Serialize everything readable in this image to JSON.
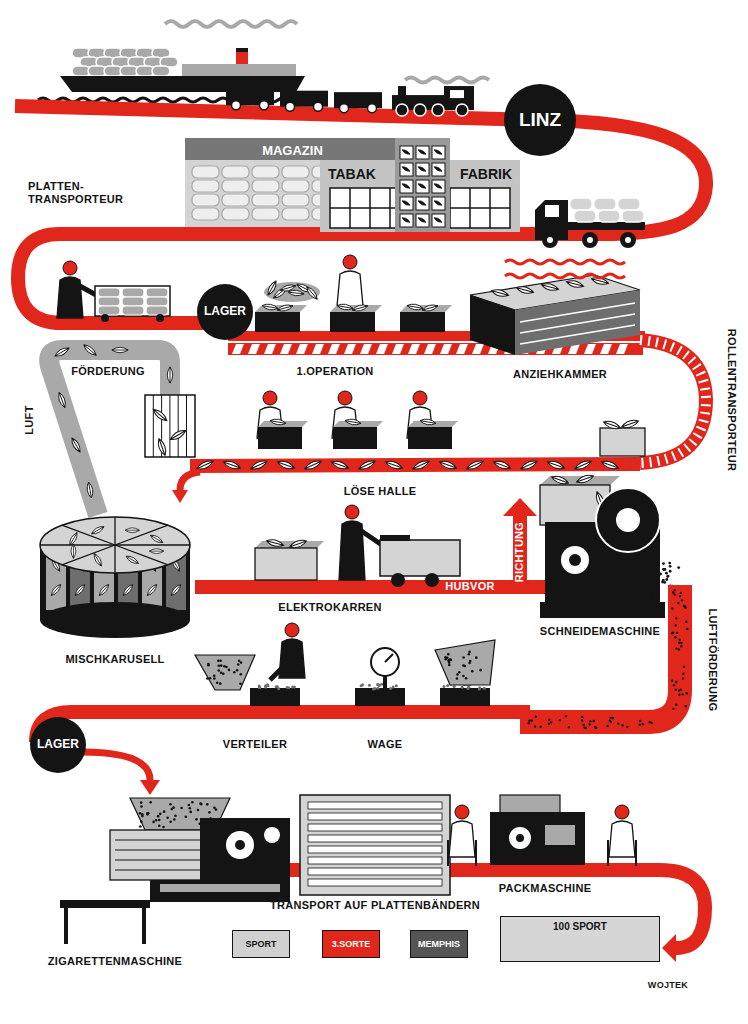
{
  "diagram": {
    "nodes": [
      {
        "text": [
          "LINZ"
        ]
      },
      {
        "text": [
          "MAGAZIN"
        ]
      },
      {
        "text": [
          "TABAK",
          "FABRIK"
        ]
      },
      {
        "text": [
          "LAGER"
        ]
      },
      {
        "text": [
          "LAGER"
        ]
      },
      {
        "text": [
          "SPORT"
        ]
      },
      {
        "text": [
          "3.SORTE"
        ]
      },
      {
        "text": [
          "MEMPHIS"
        ]
      },
      {
        "text": [
          "100 SPORT"
        ]
      }
    ],
    "labels": [
      "PLATTEN- TRANSPORTEUR",
      "1.OPERATION",
      "ANZIEHKAMMER",
      "ROLLENTRANSPORTEUR",
      "LUFT",
      "FÖRDERUNG",
      "LÖSE HALLE",
      "MISCHKARUSELL",
      "ELEKTROKARREN",
      "HUBVOR",
      "RICHTUNG",
      "SCHNEIDEMASCHINE",
      "LUFTFÖRDERUNG",
      "VERTEILER",
      "WAGE",
      "TRANSPORT AUF PLATTENBÄNDERN",
      "PACKMASCHINE",
      "ZIGARETTENMASCHINE",
      "WOJTEK"
    ]
  }
}
